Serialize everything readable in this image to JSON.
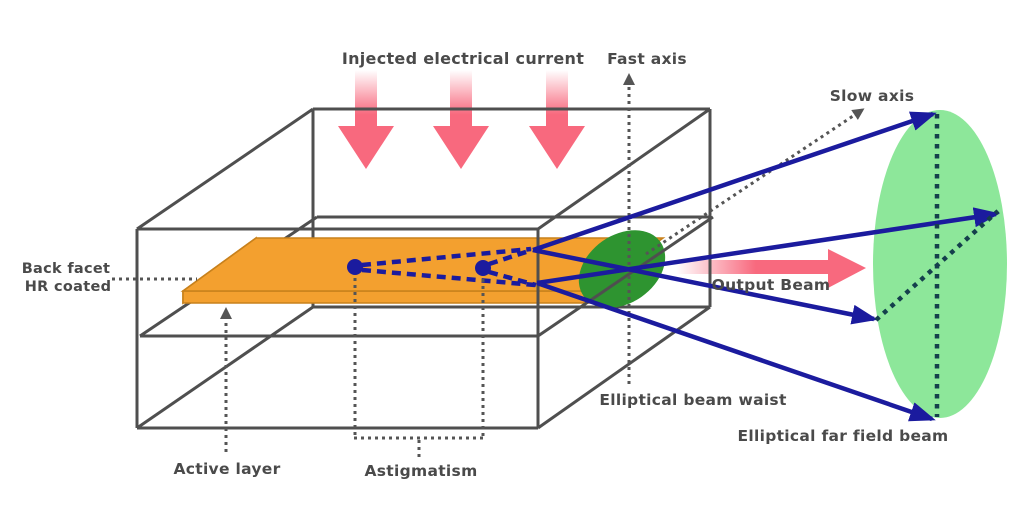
{
  "labels": {
    "injected_current": "Injected electrical current",
    "fast_axis": "Fast axis",
    "slow_axis": "Slow axis",
    "back_facet_line1": "Back facet",
    "back_facet_line2": "HR coated",
    "active_layer": "Active layer",
    "astigmatism": "Astigmatism",
    "beam_waist": "Elliptical beam waist",
    "output_beam": "Output Beam",
    "far_field": "Elliptical far field beam"
  },
  "colors": {
    "background": "#FFFFFF",
    "red_arrow": "#F8697E",
    "navy": "#1B1B9E",
    "orange_fill": "#F3A02F",
    "orange_edge": "#C8811C",
    "waist_green": "#2E9430",
    "farfield_green": "#8DE79A",
    "line_gray": "#4F4F4F",
    "dotted_gray": "#555555",
    "text_gray": "#4A4A4A",
    "farfield_axis_dark": "#143F4C"
  }
}
